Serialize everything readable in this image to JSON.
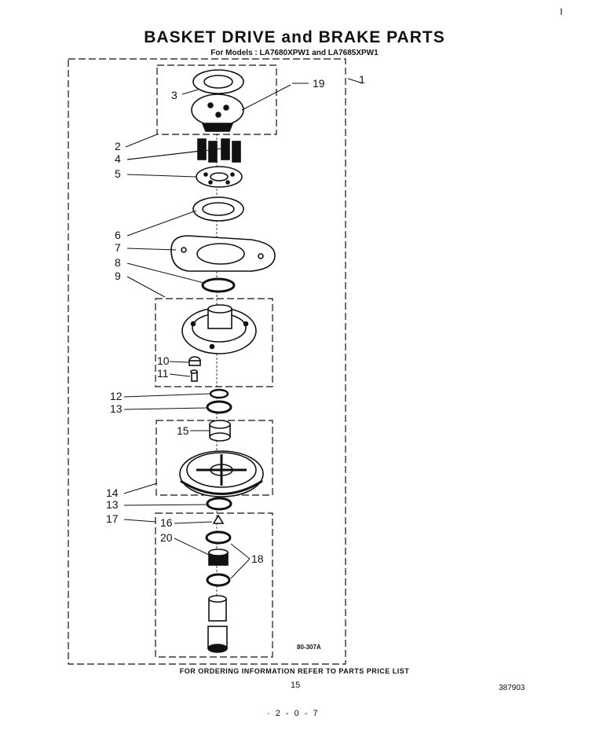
{
  "header": {
    "title": "BASKET DRIVE and BRAKE PARTS",
    "subtitle": "For Models : LA7680XPW1 and LA7685XPW1",
    "corner_mark": "I"
  },
  "figure_code": "80-307A",
  "callouts": [
    "1",
    "2",
    "3",
    "4",
    "5",
    "6",
    "7",
    "8",
    "9",
    "10",
    "11",
    "12",
    "13",
    "13",
    "14",
    "15",
    "16",
    "17",
    "18",
    "19",
    "20"
  ],
  "footer": {
    "note": "FOR ORDERING INFORMATION REFER TO PARTS PRICE LIST",
    "page_number": "15",
    "doc_number": "387903",
    "bottom_mark": "· 2 - 0 - 7"
  }
}
